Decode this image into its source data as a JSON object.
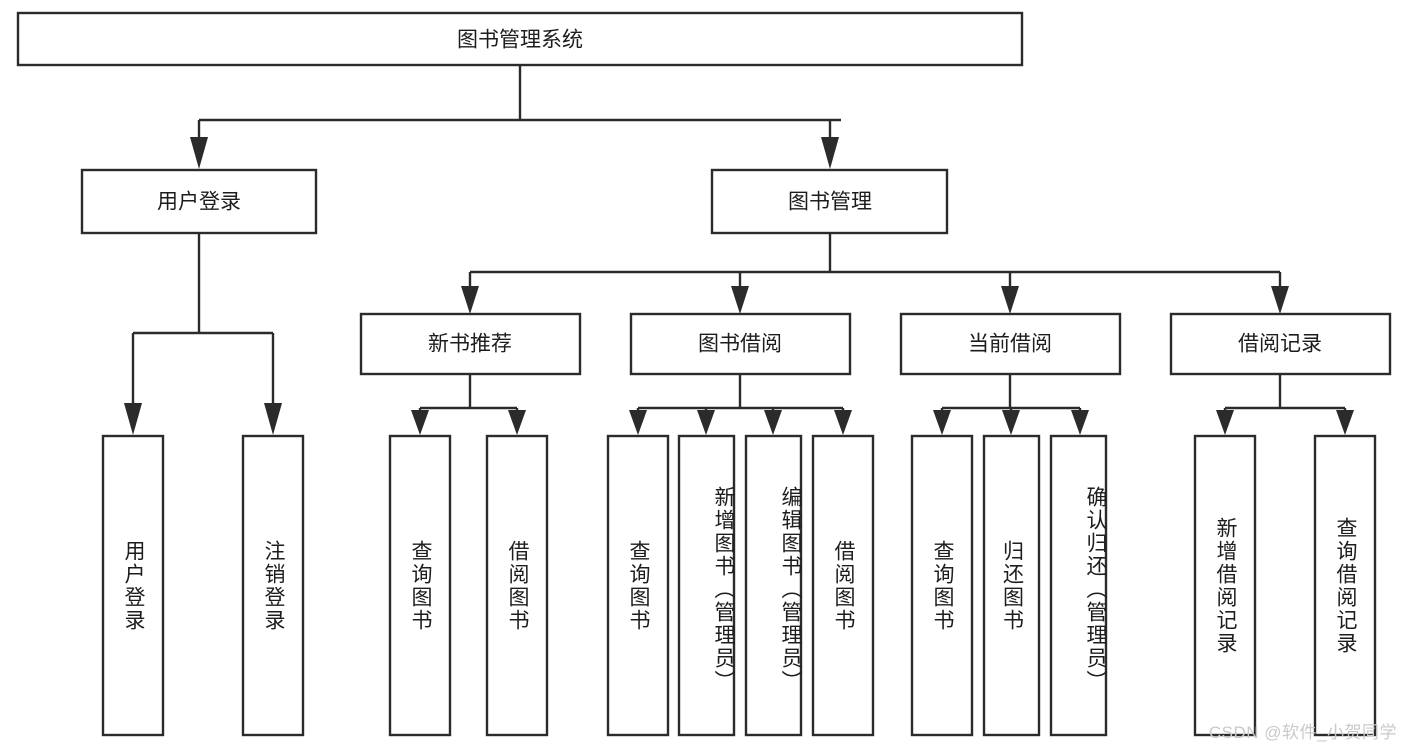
{
  "diagram": {
    "title": "图书管理系统",
    "type": "functional-structure-tree",
    "root": {
      "label": "图书管理系统"
    },
    "level2": [
      {
        "id": "user-login",
        "label": "用户登录"
      },
      {
        "id": "book-management",
        "label": "图书管理"
      }
    ],
    "level3": [
      {
        "id": "new-book-recommend",
        "label": "新书推荐",
        "parent": "book-management"
      },
      {
        "id": "book-borrow",
        "label": "图书借阅",
        "parent": "book-management"
      },
      {
        "id": "current-borrow",
        "label": "当前借阅",
        "parent": "book-management"
      },
      {
        "id": "borrow-record",
        "label": "借阅记录",
        "parent": "book-management"
      }
    ],
    "leaves": [
      {
        "id": "leaf-user-login",
        "label": "用户登录",
        "parent": "user-login"
      },
      {
        "id": "leaf-logout-login",
        "label": "注销登录",
        "parent": "user-login"
      },
      {
        "id": "leaf-query-book-1",
        "label": "查询图书",
        "parent": "new-book-recommend"
      },
      {
        "id": "leaf-borrow-book-1",
        "label": "借阅图书",
        "parent": "new-book-recommend"
      },
      {
        "id": "leaf-query-book-2",
        "label": "查询图书",
        "parent": "book-borrow"
      },
      {
        "id": "leaf-add-book",
        "label": "新增图书（管理员）",
        "parent": "book-borrow"
      },
      {
        "id": "leaf-edit-book",
        "label": "编辑图书（管理员）",
        "parent": "book-borrow"
      },
      {
        "id": "leaf-borrow-book-2",
        "label": "借阅图书",
        "parent": "book-borrow"
      },
      {
        "id": "leaf-query-book-3",
        "label": "查询图书",
        "parent": "current-borrow"
      },
      {
        "id": "leaf-return-book",
        "label": "归还图书",
        "parent": "current-borrow"
      },
      {
        "id": "leaf-confirm-return",
        "label": "确认归还（管理员）",
        "parent": "current-borrow"
      },
      {
        "id": "leaf-add-borrow-record",
        "label": "新增借阅记录",
        "parent": "borrow-record"
      },
      {
        "id": "leaf-query-borrow-record",
        "label": "查询借阅记录",
        "parent": "borrow-record"
      }
    ],
    "colors": {
      "stroke": "#2b2b2b",
      "fill": "#ffffff",
      "text": "#1d1d1d",
      "watermark": "#c9c9c9",
      "background": "#ffffff"
    }
  },
  "watermark": {
    "text": "CSDN @软件_小贺同学"
  }
}
